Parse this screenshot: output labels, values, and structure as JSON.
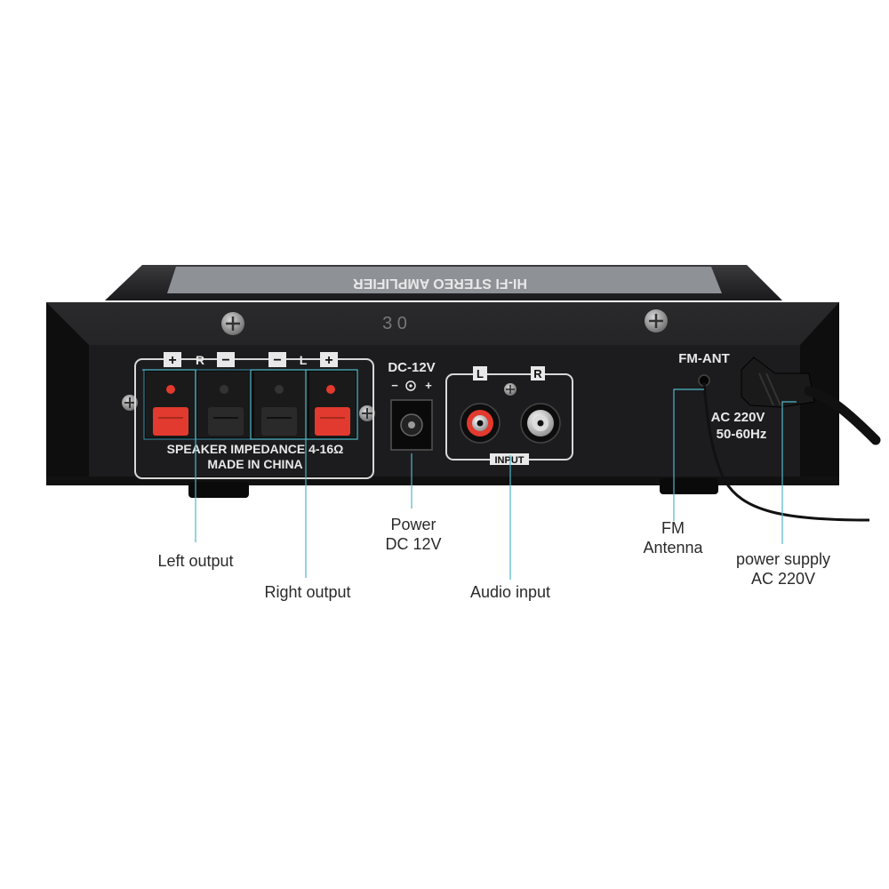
{
  "panel": {
    "speaker_plus_left": "+",
    "speaker_r": "R",
    "speaker_minus_r": "−",
    "speaker_minus_l": "−",
    "speaker_l": "L",
    "speaker_plus_right": "+",
    "impedance": "SPEAKER IMPEDANCE 4-16Ω",
    "made_in": "MADE IN CHINA",
    "dc_label": "DC-12V",
    "dc_polarity_minus": "−",
    "dc_polarity_plus": "+",
    "rca_l": "L",
    "rca_r": "R",
    "input_label": "INPUT",
    "fm_ant": "FM-ANT",
    "ac_voltage": "AC 220V",
    "ac_freq": "50-60Hz",
    "top_label": "HI-FI STEREO AMPLIFIER",
    "marking": "3 0"
  },
  "callouts": {
    "left_output": "Left output",
    "right_output": "Right output",
    "power_line1": "Power",
    "power_line2": "DC 12V",
    "audio_input": "Audio input",
    "fm_line1": "FM",
    "fm_line2": "Antenna",
    "psu_line1": "power supply",
    "psu_line2": "AC 220V"
  },
  "colors": {
    "leader_line": "#4fb7c9",
    "chassis": "#1b1b1d",
    "terminal_red": "#e23a2e",
    "terminal_black": "#222222"
  }
}
